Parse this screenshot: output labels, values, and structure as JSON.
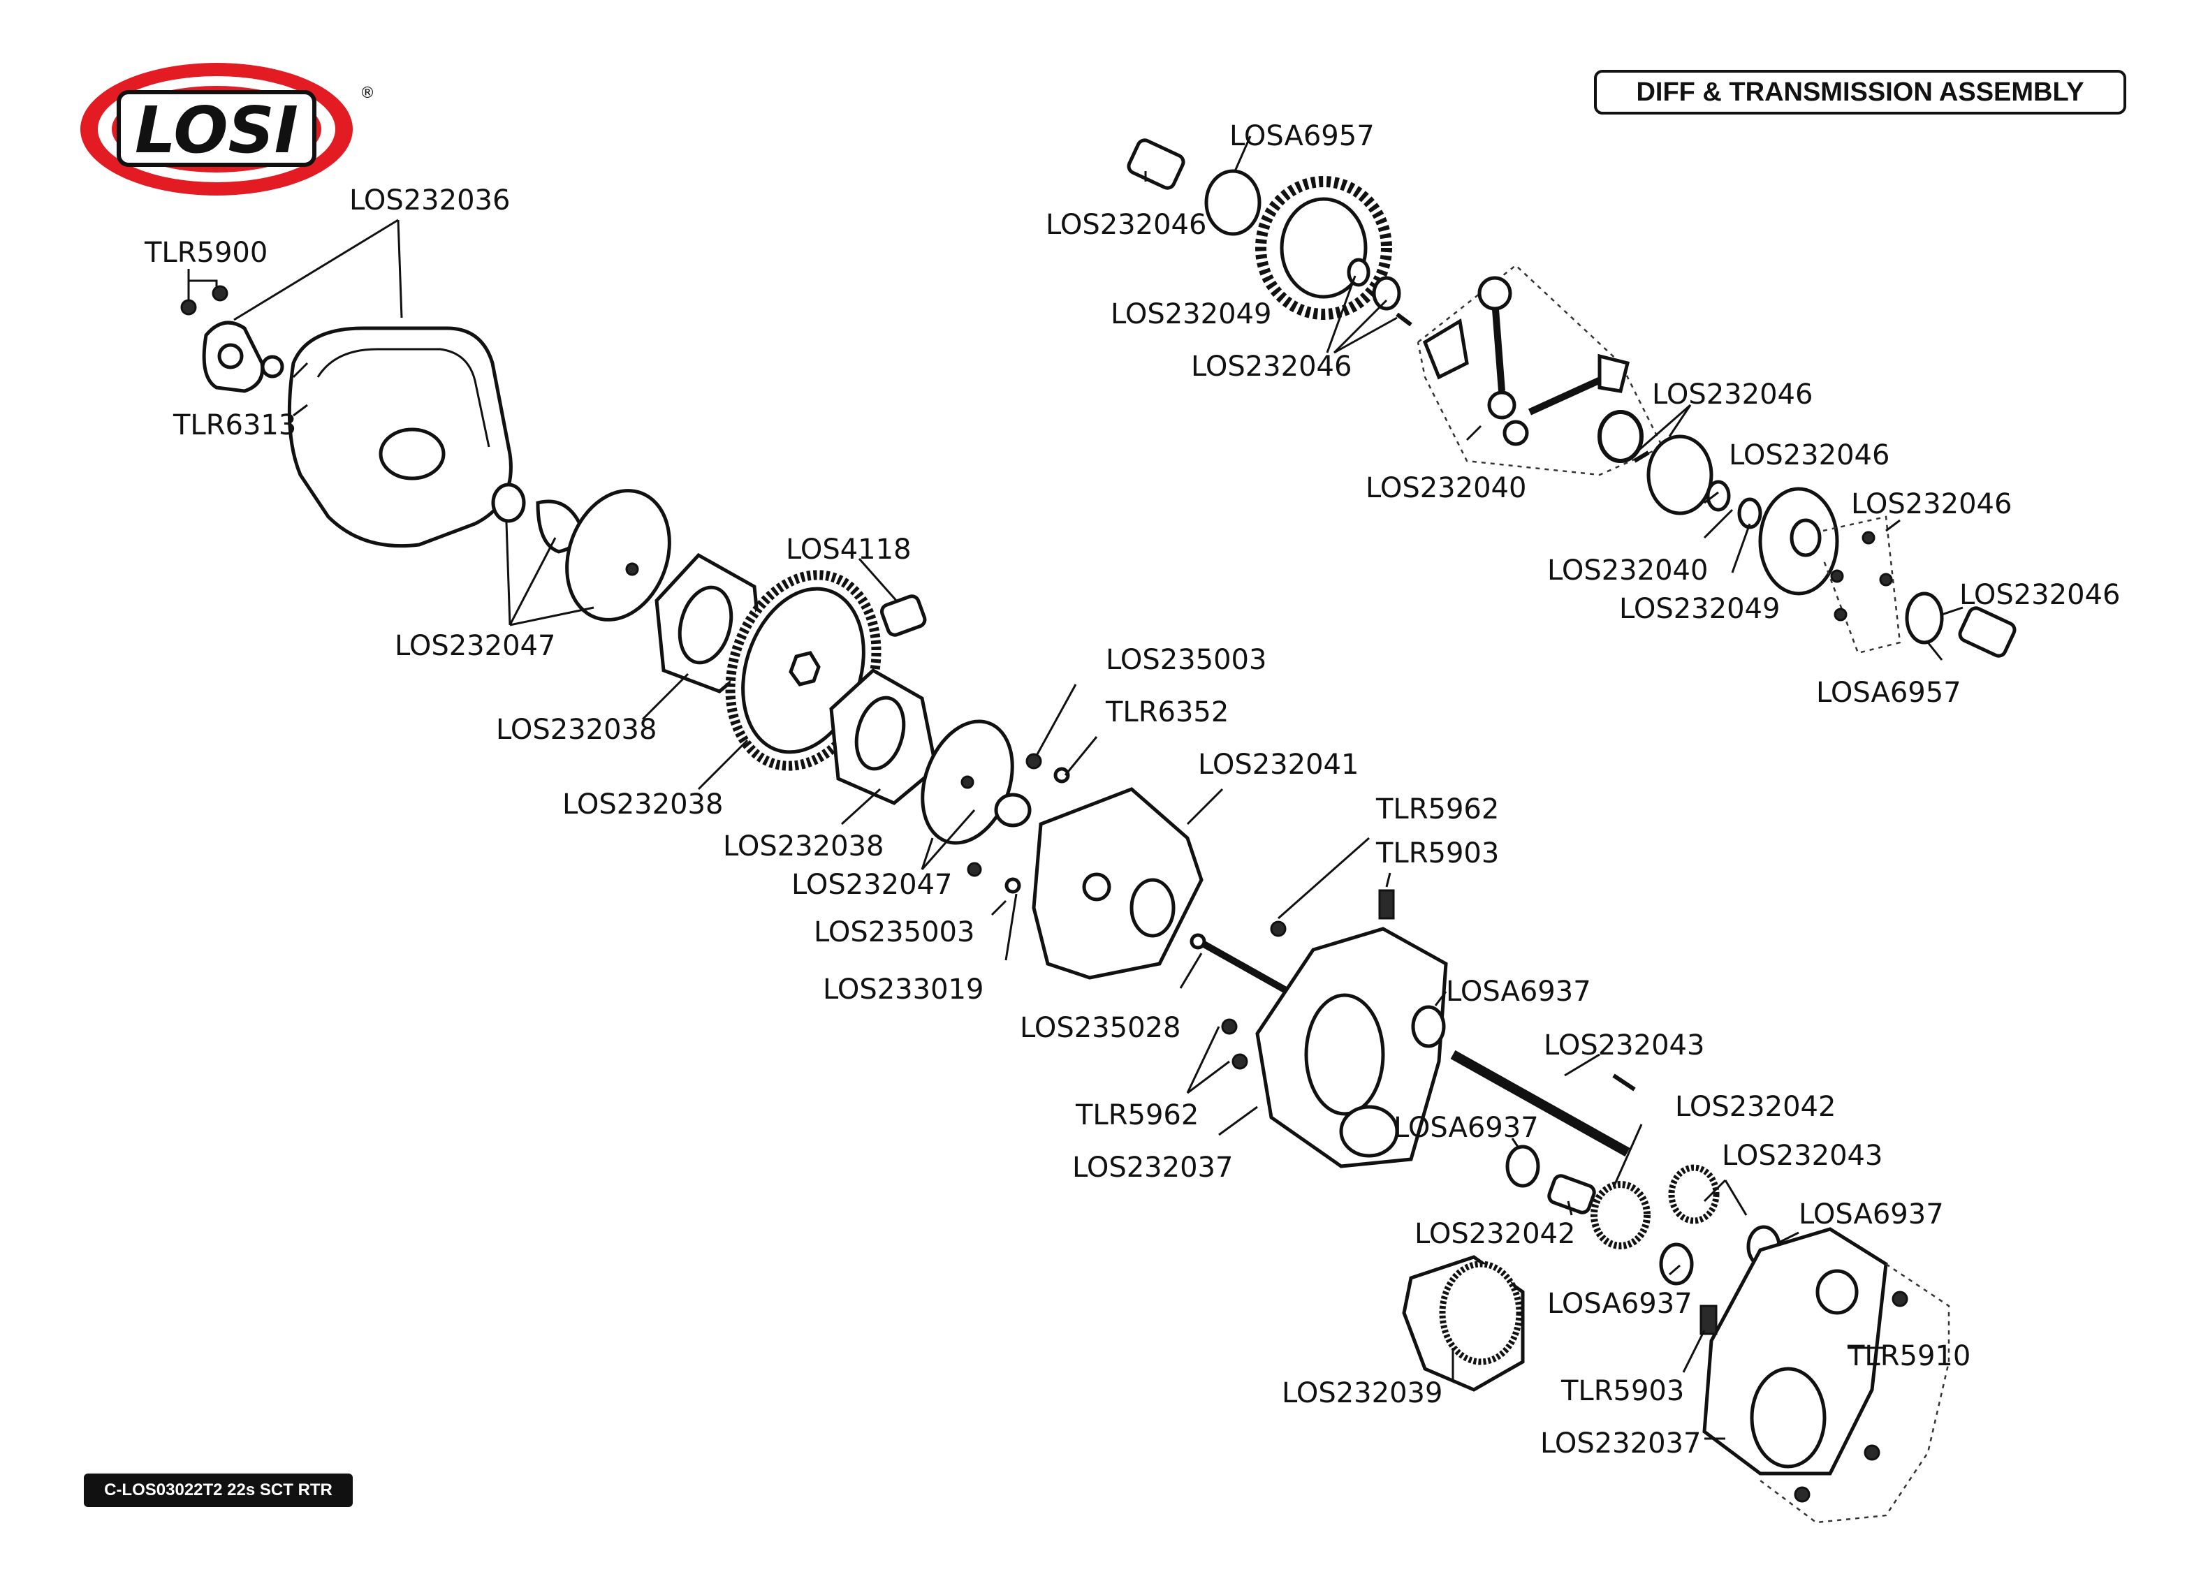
{
  "brand": {
    "logo_text": "LOSI",
    "registered_mark": "®",
    "accent_color": "#e31b23"
  },
  "header": {
    "title": "DIFF & TRANSMISSION ASSEMBLY"
  },
  "footer": {
    "code": "C-LOS03022T2 22s SCT RTR"
  },
  "labels": [
    "LOS232036",
    "TLR5900",
    "TLR6313",
    "LOS232047",
    "LOS232038",
    "LOS4118",
    "LOS232038",
    "LOS232038",
    "LOS232047",
    "LOS235003",
    "LOS233019",
    "LOS235003",
    "TLR6352",
    "LOS232041",
    "LOS235028",
    "TLR5962",
    "TLR5903",
    "TLR5962",
    "LOS232037",
    "LOSA6937",
    "LOS232043",
    "LOSA6937",
    "LOS232042",
    "LOS232042",
    "LOS232043",
    "LOSA6937",
    "LOSA6937",
    "LOS232039",
    "TLR5903",
    "TLR5910",
    "LOS232037",
    "LOSA6957",
    "LOS232046",
    "LOS232049",
    "LOS232046",
    "LOS232040",
    "LOS232046",
    "LOS232046",
    "LOS232040",
    "LOS232049",
    "LOS232046",
    "LOS232046",
    "LOSA6957"
  ]
}
